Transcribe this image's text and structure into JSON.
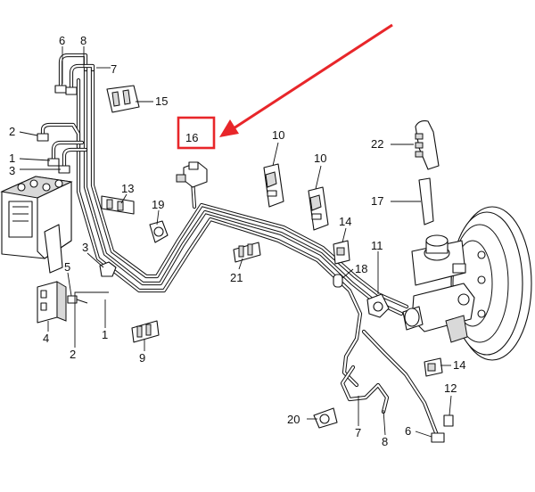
{
  "callouts": {
    "c6a": "6",
    "c8a": "8",
    "c7a": "7",
    "c15": "15",
    "c2a": "2",
    "c1a": "1",
    "c3a": "3",
    "c16": "16",
    "c10a": "10",
    "c10b": "10",
    "c22": "22",
    "c17": "17",
    "c13": "13",
    "c19": "19",
    "c14a": "14",
    "c11": "11",
    "c18": "18",
    "c21": "21",
    "c3b": "3",
    "c5": "5",
    "c4": "4",
    "c2b": "2",
    "c1b": "1",
    "c9": "9",
    "c14b": "14",
    "c12": "12",
    "c20": "20",
    "c7b": "7",
    "c8b": "8",
    "c6b": "6"
  },
  "highlight": {
    "callout": "16",
    "color": "#e8262a"
  }
}
